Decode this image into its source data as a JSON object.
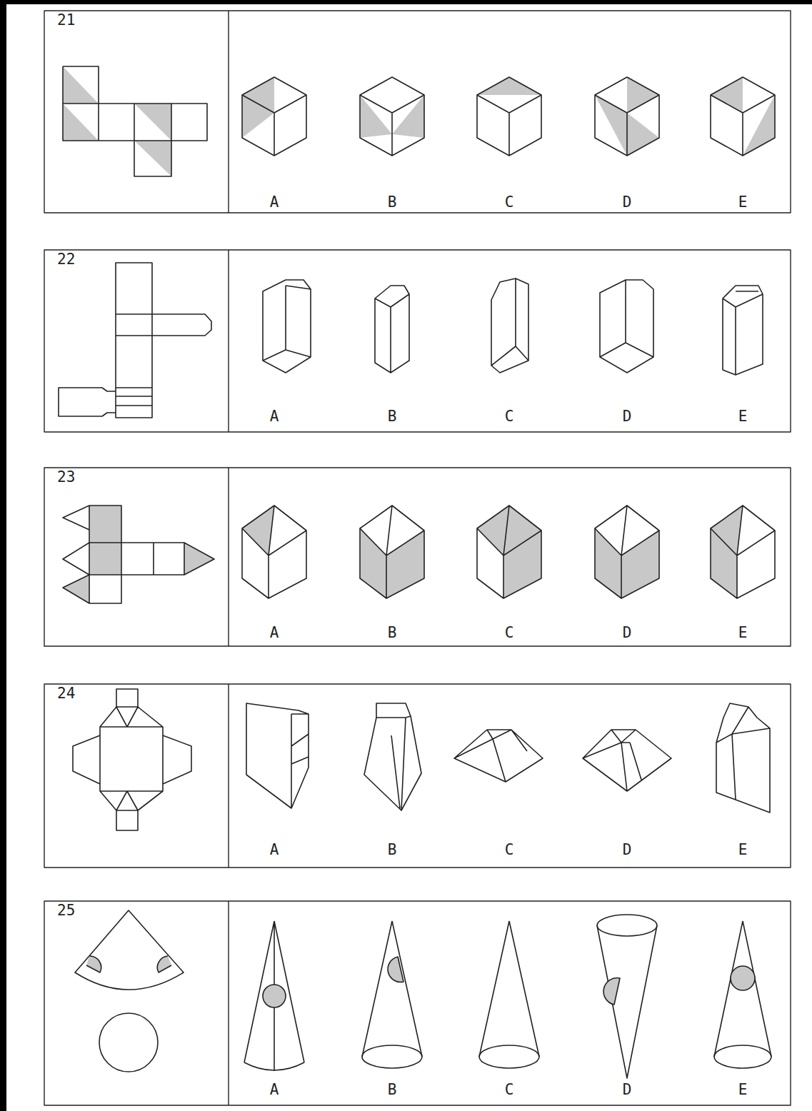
{
  "diagram": {
    "labels": [
      "21",
      "A",
      "B",
      "C",
      "D",
      "E",
      "22",
      "A",
      "B",
      "C",
      "D",
      "E",
      "23",
      "A",
      "B",
      "C",
      "D",
      "E",
      "24",
      "A",
      "B",
      "C",
      "D",
      "E",
      "25",
      "A",
      "B",
      "C",
      "D",
      "E"
    ]
  }
}
